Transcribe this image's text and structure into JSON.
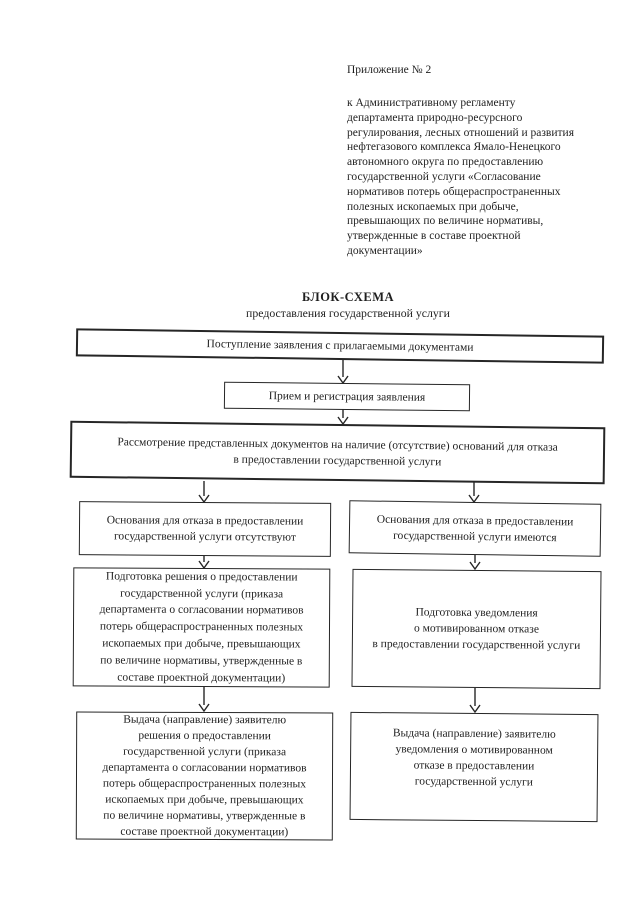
{
  "header": {
    "appendix_label": "Приложение № 2",
    "appendix_text": "к Административному регламенту\nдепартамента природно-ресурсного\nрегулирования, лесных отношений и развития\nнефтегазового комплекса Ямало-Ненецкого\nавтономного округа по предоставлению\nгосударственной услуги «Согласование\nнормативов потерь общераспространенных\nполезных ископаемых при добыче,\nпревышающих по величине нормативы,\nутвержденные в составе проектной\nдокументации»"
  },
  "title": {
    "main": "БЛОК-СХЕМА",
    "subtitle": "предоставления государственной услуги"
  },
  "flowchart": {
    "boxes": {
      "intake": "Поступление заявления с прилагаемыми документами",
      "registration": "Прием и регистрация заявления",
      "review": "Рассмотрение представленных документов на наличие (отсутствие) оснований для отказа\nв предоставлении государственной услуги",
      "no_grounds": "Основания для отказа в предоставлении\nгосударственной услуги отсутствуют",
      "grounds_exist": "Основания для отказа в предоставлении\nгосударственной услуги имеются",
      "prepare_decision": "Подготовка решения о предоставлении\nгосударственной услуги (приказа\nдепартамента о согласовании нормативов\nпотерь общераспространенных полезных\nископаемых при добыче, превышающих\nпо величине нормативы, утвержденные в\nсоставе проектной документации)",
      "prepare_refusal": "Подготовка уведомления\nо мотивированном отказе\nв предоставлении государственной услуги",
      "issue_decision": "Выдача (направление) заявителю\nрешения о предоставлении\nгосударственной услуги (приказа\nдепартамента о согласовании нормативов\nпотерь общераспространенных полезных\nископаемых при добыче, превышающих\nпо величине нормативы, утвержденные в\nсоставе проектной документации)",
      "issue_refusal": "Выдача (направление) заявителю\nуведомления о мотивированном\nотказе в предоставлении\nгосударственной услуги"
    }
  },
  "colors": {
    "ink": "#1f1f1f",
    "border": "#262626",
    "paper": "#ffffff"
  }
}
